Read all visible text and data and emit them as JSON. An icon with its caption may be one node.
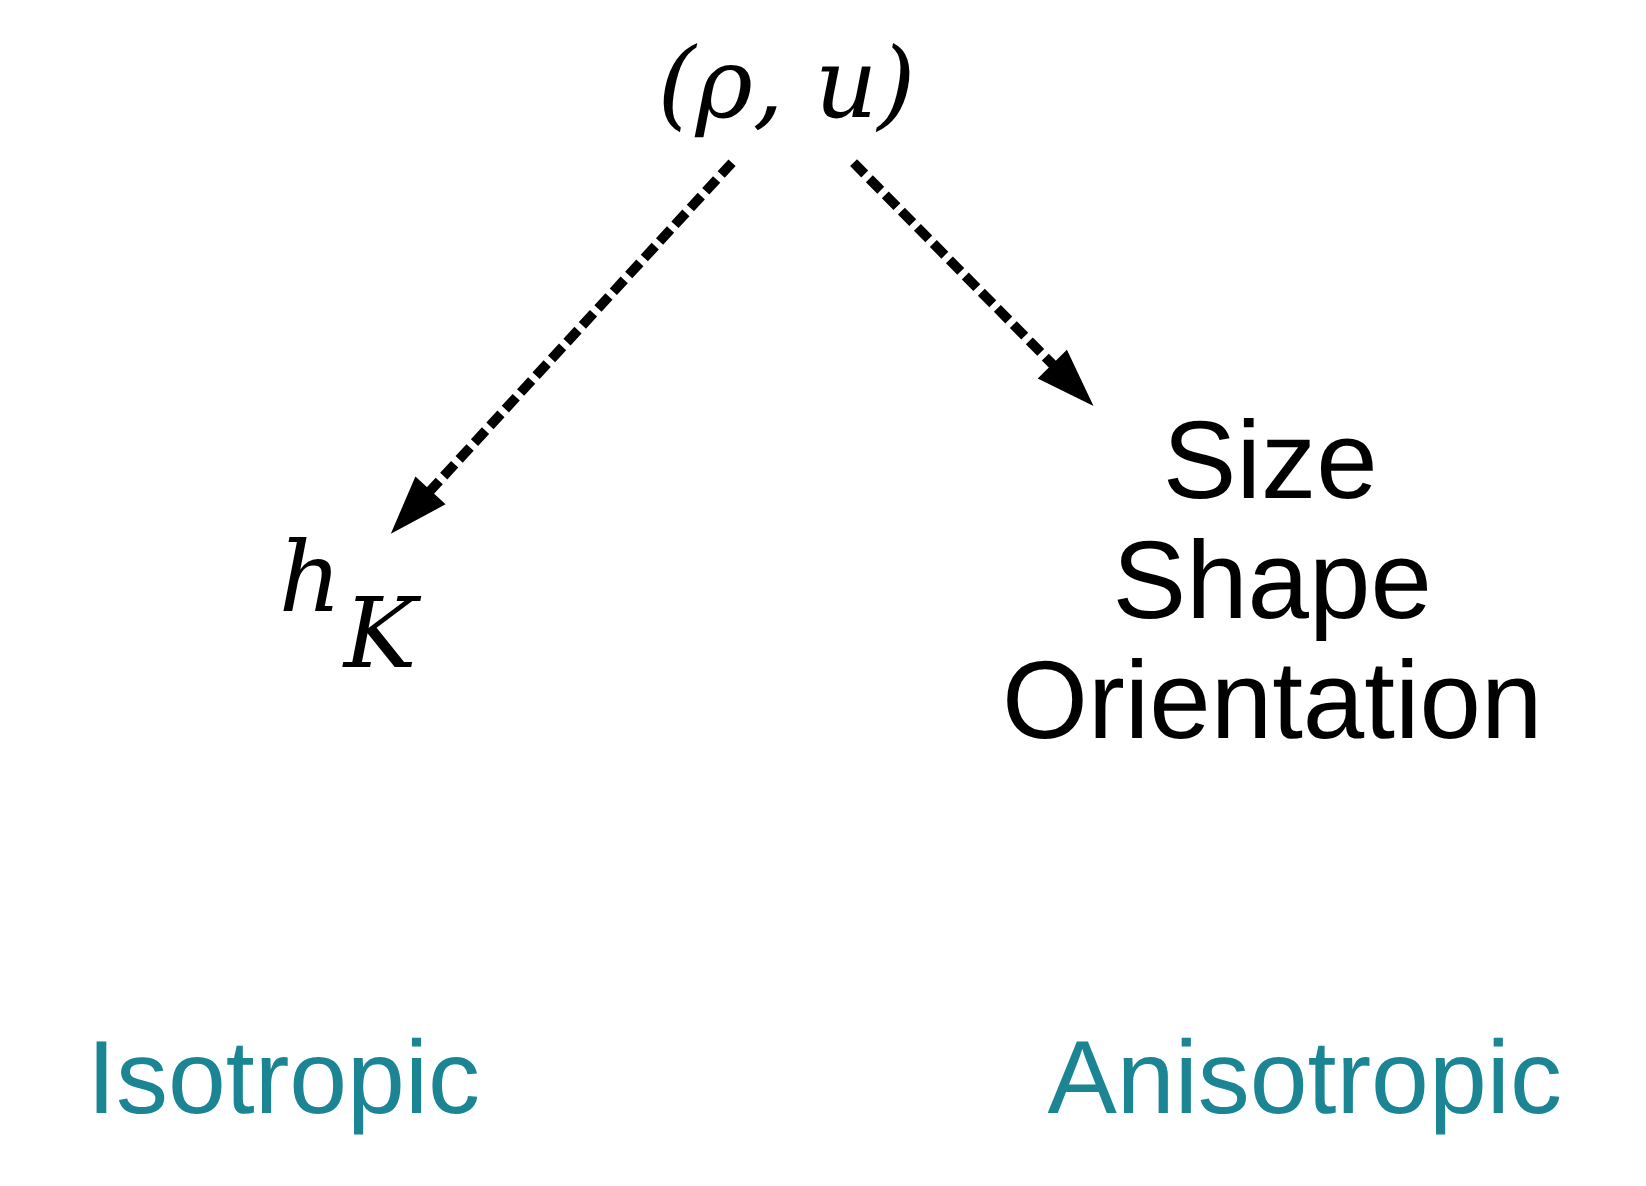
{
  "diagram": {
    "nodes": [
      {
        "text": [
          "(ρ, u)"
        ]
      },
      {
        "text": [
          "h$_{K}$"
        ]
      },
      {
        "text": [
          "Size",
          "Shape",
          "Orientation"
        ]
      }
    ],
    "edges": [
      {
        "from": 0,
        "to": 1,
        "arrow": "to",
        "style": "dashed"
      },
      {
        "from": 0,
        "to": 2,
        "arrow": "to",
        "style": "dashed"
      }
    ],
    "labels": [
      "Isotropic",
      "Anisotropic"
    ]
  }
}
